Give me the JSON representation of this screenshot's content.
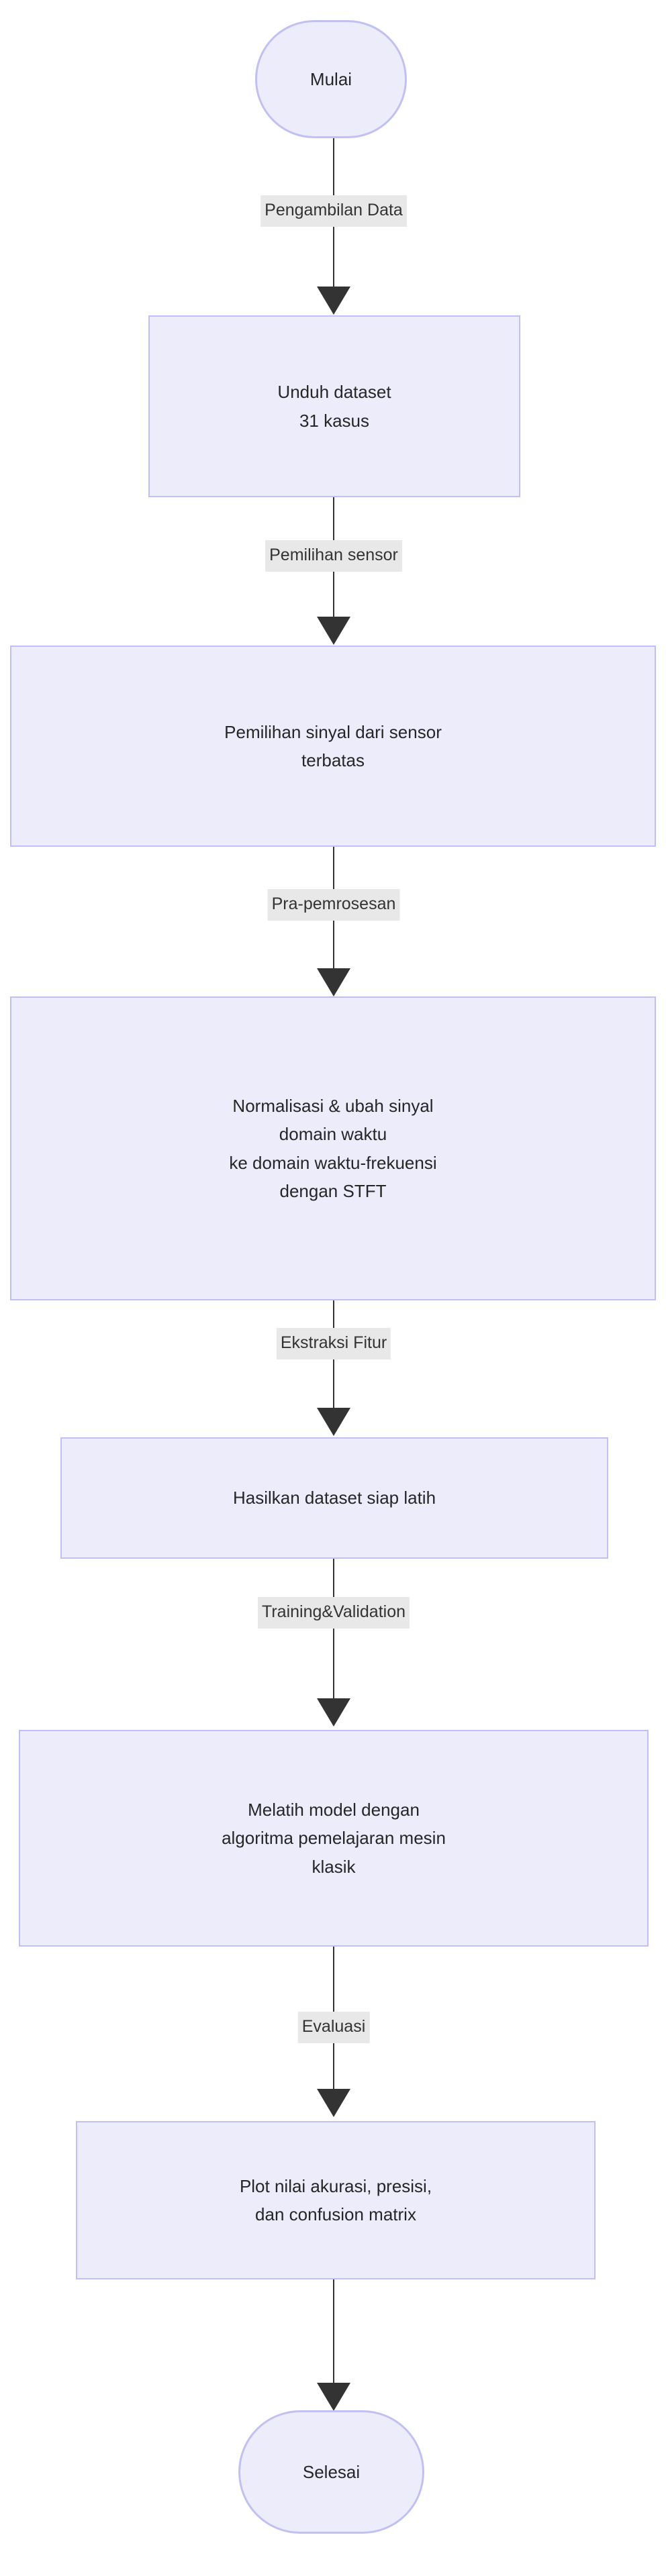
{
  "diagram": {
    "type": "flowchart",
    "direction": "top-to-bottom",
    "language": "Indonesian",
    "colors": {
      "node_fill": "#ececfb",
      "node_border": "#c0c0f5",
      "node_text": "#262626",
      "edge_line": "#333333",
      "edge_label_background": "#e8e8e8",
      "edge_label_text": "#333333",
      "canvas_background": "#ffffff"
    },
    "nodes": [
      {
        "id": "start",
        "shape": "stadium",
        "lines": [
          "Mulai"
        ]
      },
      {
        "id": "download",
        "shape": "rectangle",
        "lines": [
          "Unduh dataset",
          "31 kasus"
        ]
      },
      {
        "id": "sensor",
        "shape": "rectangle",
        "lines": [
          "Pemilihan sinyal dari sensor",
          "terbatas"
        ]
      },
      {
        "id": "preprocess",
        "shape": "rectangle",
        "lines": [
          "Normalisasi & ubah sinyal",
          "domain waktu",
          "ke domain waktu-frekuensi",
          "dengan STFT"
        ]
      },
      {
        "id": "dataset",
        "shape": "rectangle",
        "lines": [
          "Hasilkan dataset siap latih"
        ]
      },
      {
        "id": "train",
        "shape": "rectangle",
        "lines": [
          "Melatih model dengan",
          "algoritma pemelajaran mesin",
          "klasik"
        ]
      },
      {
        "id": "plot",
        "shape": "rectangle",
        "lines": [
          "Plot nilai akurasi, presisi,",
          "dan confusion matrix"
        ]
      },
      {
        "id": "end",
        "shape": "stadium",
        "lines": [
          "Selesai"
        ]
      }
    ],
    "edges": [
      {
        "from": "start",
        "to": "download",
        "label": "Pengambilan Data"
      },
      {
        "from": "download",
        "to": "sensor",
        "label": "Pemilihan sensor"
      },
      {
        "from": "sensor",
        "to": "preprocess",
        "label": "Pra-pemrosesan"
      },
      {
        "from": "preprocess",
        "to": "dataset",
        "label": "Ekstraksi Fitur"
      },
      {
        "from": "dataset",
        "to": "train",
        "label": "Training&Validation"
      },
      {
        "from": "train",
        "to": "plot",
        "label": "Evaluasi"
      },
      {
        "from": "plot",
        "to": "end",
        "label": ""
      }
    ]
  }
}
